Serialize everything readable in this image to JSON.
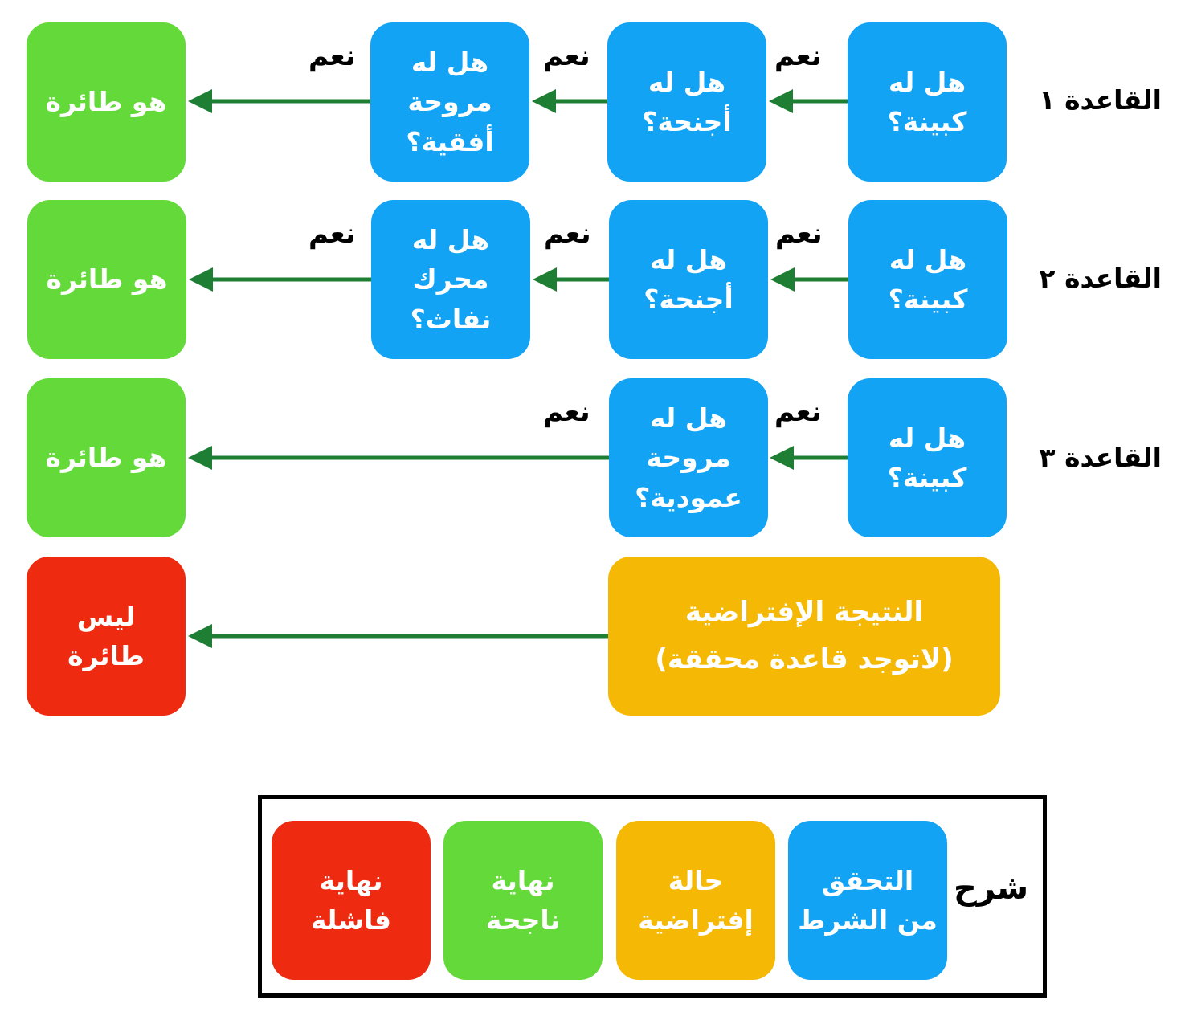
{
  "rules": [
    {
      "label": "القاعدة ١",
      "checks": [
        {
          "lines": [
            "هل له",
            "كبينة؟"
          ]
        },
        {
          "lines": [
            "هل له",
            "أجنحة؟"
          ]
        },
        {
          "lines": [
            "هل له",
            "مروحة",
            "أفقية؟"
          ]
        }
      ],
      "result": {
        "lines": [
          "هو طائرة"
        ]
      },
      "yes_labels": [
        "نعم",
        "نعم",
        "نعم"
      ]
    },
    {
      "label": "القاعدة ٢",
      "checks": [
        {
          "lines": [
            "هل له",
            "كبينة؟"
          ]
        },
        {
          "lines": [
            "هل له",
            "أجنحة؟"
          ]
        },
        {
          "lines": [
            "هل له",
            "محرك",
            "نفاث؟"
          ]
        }
      ],
      "result": {
        "lines": [
          "هو طائرة"
        ]
      },
      "yes_labels": [
        "نعم",
        "نعم",
        "نعم"
      ]
    },
    {
      "label": "القاعدة ٣",
      "checks": [
        {
          "lines": [
            "هل له",
            "كبينة؟"
          ]
        },
        {
          "lines": [
            "هل له",
            "مروحة",
            "عمودية؟"
          ]
        }
      ],
      "result": {
        "lines": [
          "هو طائرة"
        ]
      },
      "yes_labels": [
        "نعم",
        "نعم"
      ]
    }
  ],
  "default_case": {
    "lines": [
      "النتيجة الإفتراضية",
      "(لاتوجد قاعدة محققة)"
    ],
    "result": {
      "lines": [
        "ليس",
        "طائرة"
      ]
    }
  },
  "legend": {
    "title": "شرح",
    "items": [
      {
        "lines": [
          "التحقق",
          "من الشرط"
        ]
      },
      {
        "lines": [
          "حالة",
          "إفتراضية"
        ]
      },
      {
        "lines": [
          "نهاية",
          "ناجحة"
        ]
      },
      {
        "lines": [
          "نهاية",
          "فاشلة"
        ]
      }
    ]
  },
  "colors": {
    "check": "#12a3f5",
    "default": "#f5b905",
    "success": "#63d93a",
    "failure": "#ee2a10",
    "arrow": "#1e7e34"
  }
}
